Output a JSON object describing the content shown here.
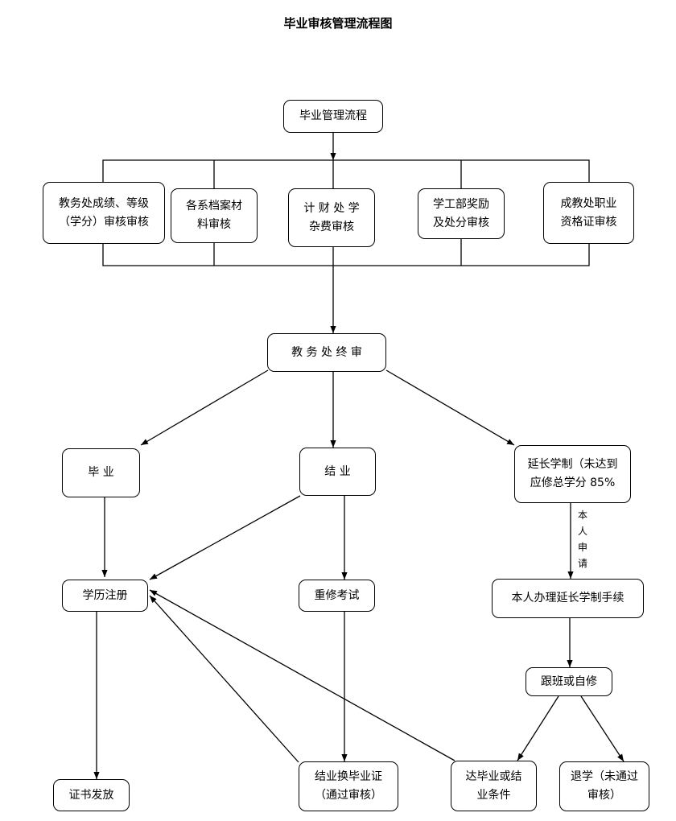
{
  "title": "毕业审核管理流程图",
  "nodes": {
    "root": "毕业管理流程",
    "academic": "教务处成绩、等级\n（学分）审核审核",
    "archives": "各系档案材\n料审核",
    "finance": "计 财 处 学\n杂费审核",
    "student_affairs": "学工部奖励\n及处分审核",
    "adult_edu": "成教处职业\n资格证审核",
    "final_review": "教 务 处 终 审",
    "graduate": "毕    业",
    "completion": "结    业",
    "extend": "延长学制（未达到\n应修总学分 85%",
    "registration": "学历注册",
    "retake": "重修考试",
    "extend_process": "本人办理延长学制手续",
    "self_study": "跟班或自修",
    "certificate": "证书发放",
    "exchange_cert": "结业换毕业证\n（通过审核）",
    "meet_conditions": "达毕业或结\n业条件",
    "withdraw": "退学（未通过\n审核）"
  },
  "edge_labels": {
    "self_apply": "本\n人\n申\n请"
  }
}
